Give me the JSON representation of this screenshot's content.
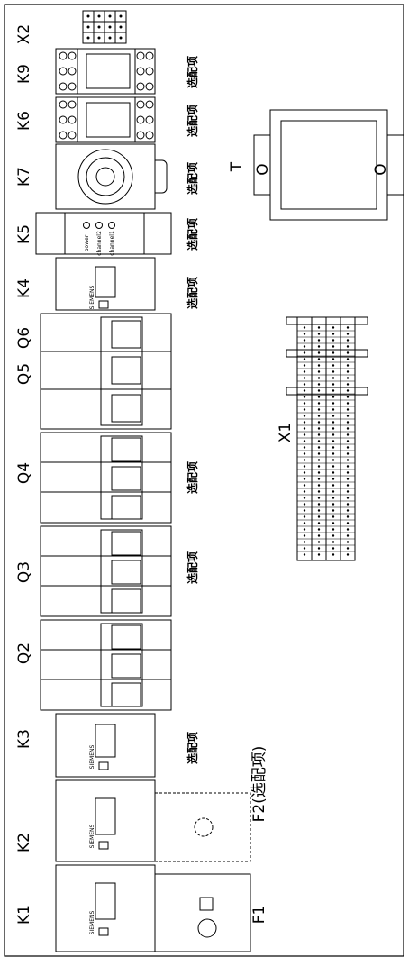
{
  "title": "",
  "labels": {
    "x2": "X2",
    "k9": "K9",
    "k6": "K6",
    "k7": "K7",
    "k5": "K5",
    "k4": "K4",
    "q6": "Q6",
    "q5": "Q5",
    "q4": "Q4",
    "q3": "Q3",
    "q2": "Q2",
    "k3": "K3",
    "k2": "K2",
    "k1": "K1",
    "f2": "F2(选配项)",
    "f1": "F1",
    "t": "T",
    "x1": "X1"
  },
  "optional_text": "选配项",
  "brand_text": "SIEMENS",
  "k5_text": {
    "power": "power",
    "channel2": "channel2",
    "channel1": "channel1"
  },
  "t_box_text": "O",
  "colors": {
    "line": "#000000",
    "background": "#ffffff"
  }
}
